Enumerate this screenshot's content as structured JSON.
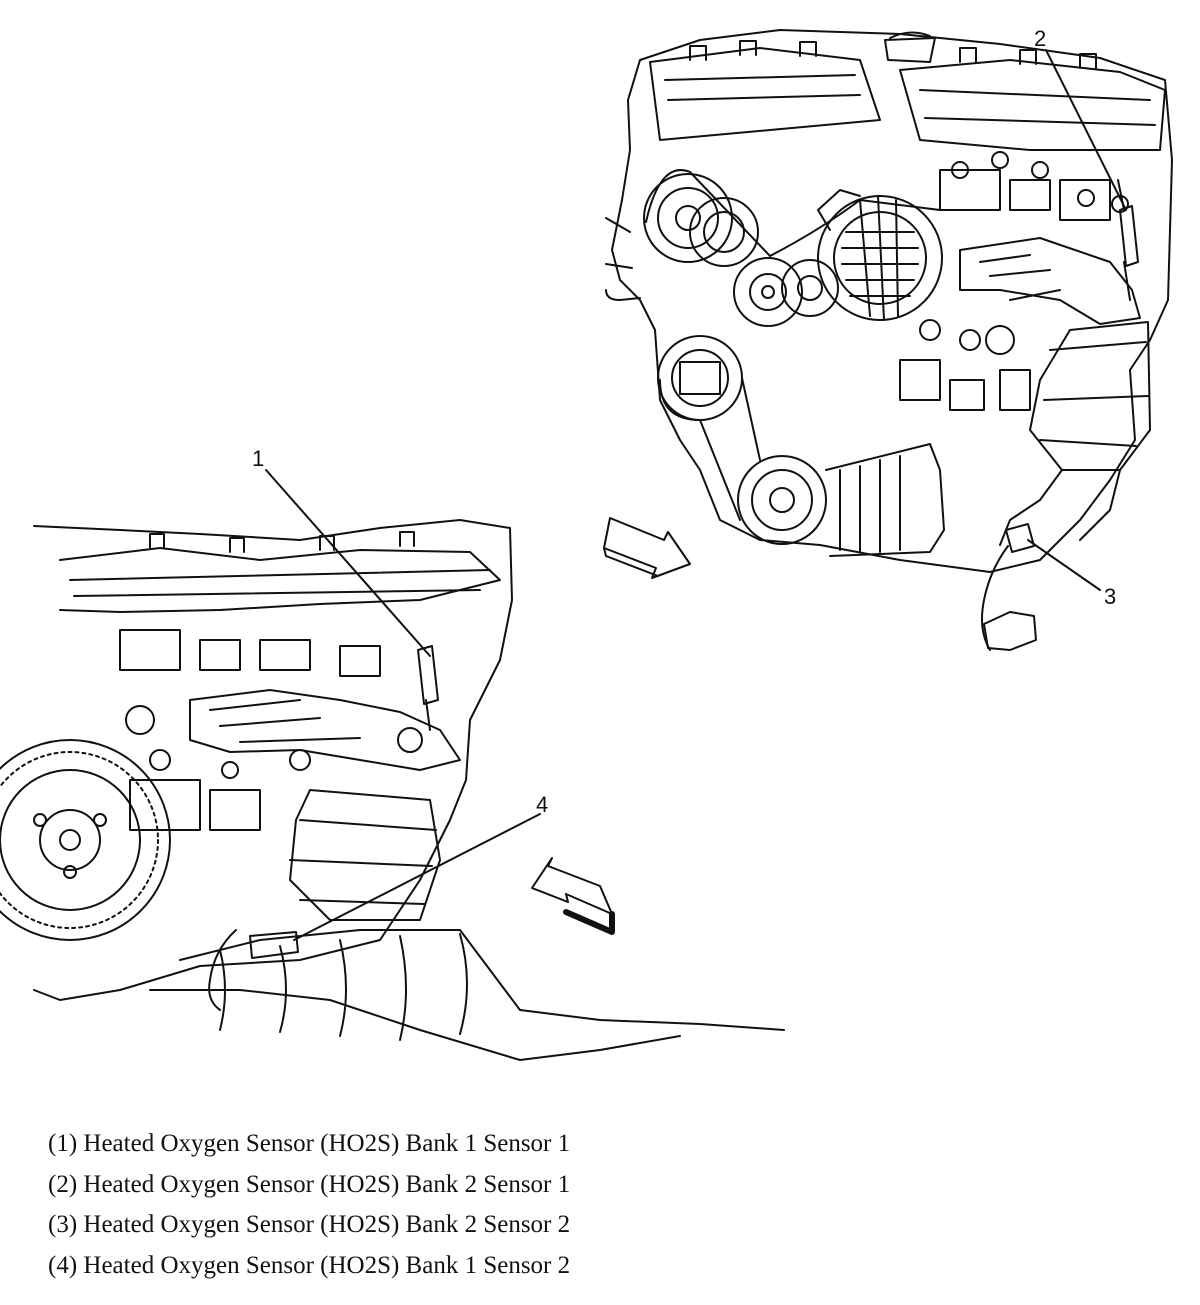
{
  "callouts": [
    "1",
    "2",
    "3",
    "4"
  ],
  "legend": [
    "(1) Heated Oxygen Sensor (HO2S) Bank 1 Sensor 1",
    "(2) Heated Oxygen Sensor (HO2S) Bank 2 Sensor 1",
    "(3) Heated Oxygen Sensor (HO2S) Bank 2 Sensor 2",
    "(4) Heated Oxygen Sensor (HO2S) Bank 1 Sensor 2"
  ]
}
